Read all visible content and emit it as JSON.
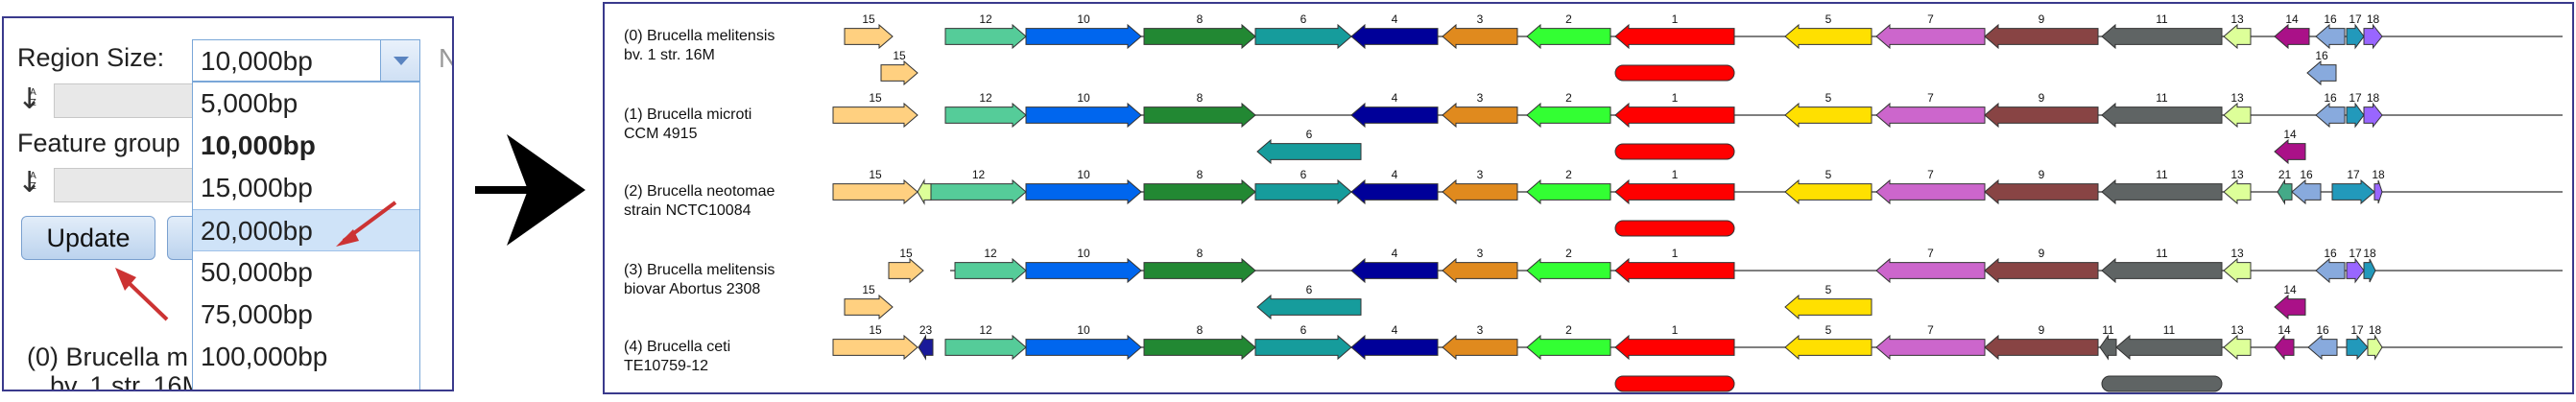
{
  "controls": {
    "region_label": "Region Size:",
    "region_value": "10,000bp",
    "region_options": [
      "5,000bp",
      "10,000bp",
      "15,000bp",
      "20,000bp",
      "50,000bp",
      "75,000bp",
      "100,000bp"
    ],
    "feature_group_label": "Feature group",
    "update_label": "Update",
    "cut_letter": "N",
    "partial_genome_line1": "(0) Brucella m",
    "partial_genome_line2": "bv. 1 str. 16M",
    "sort_icon_az": "A\nZ"
  },
  "genomes": [
    {
      "name": "(0) Brucella melitensis",
      "sub": "bv. 1 str. 16M"
    },
    {
      "name": "(1) Brucella microti",
      "sub": "CCM 4915"
    },
    {
      "name": "(2) Brucella neotomae",
      "sub": "strain NCTC10084"
    },
    {
      "name": "(3) Brucella melitensis",
      "sub": "biovar Abortus 2308"
    },
    {
      "name": "(4) Brucella ceti",
      "sub": "TE10759-12"
    }
  ],
  "colors": {
    "g1": "#ff0000",
    "g2": "#33ff33",
    "g3": "#e08a1e",
    "g4": "#000099",
    "g5": "#ffe000",
    "g6": "#169c9c",
    "g7": "#cc66cc",
    "g8": "#228833",
    "g9": "#884444",
    "g10": "#0066ee",
    "g11": "#5f6464",
    "g12": "#55cc99",
    "g13": "#ddff99",
    "g14": "#aa1188",
    "g15": "#ffd080",
    "g16": "#88aadd",
    "g17": "#2299bb",
    "g18": "#9966ff",
    "g21": "#44aa88",
    "g23": "#1a1a99",
    "panel_border": "#3a3a8c",
    "pointer_red": "#cc3333"
  },
  "genes": [
    [
      {
        "n": "15",
        "c": "g15",
        "d": 1,
        "s": 410,
        "e": 460,
        "r": 0
      },
      {
        "n": "15",
        "c": "g15",
        "d": 1,
        "s": 448,
        "e": 486,
        "r": 1
      },
      {
        "n": "12",
        "c": "g12",
        "d": 1,
        "s": 515,
        "e": 599,
        "r": 0
      },
      {
        "n": "10",
        "c": "g10",
        "d": 1,
        "s": 599,
        "e": 719,
        "r": 0
      },
      {
        "n": "8",
        "c": "g8",
        "d": 1,
        "s": 722,
        "e": 838,
        "r": 0
      },
      {
        "n": "6",
        "c": "g6",
        "d": 1,
        "s": 838,
        "e": 938,
        "r": 0
      },
      {
        "n": "4",
        "c": "g4",
        "d": -1,
        "s": 938,
        "e": 1028,
        "r": 0
      },
      {
        "n": "3",
        "c": "g3",
        "d": -1,
        "s": 1033,
        "e": 1111,
        "r": 0
      },
      {
        "n": "2",
        "c": "g2",
        "d": -1,
        "s": 1121,
        "e": 1208,
        "r": 0
      },
      {
        "n": "1",
        "c": "g1",
        "d": -1,
        "s": 1213,
        "e": 1337,
        "r": 0
      },
      {
        "n": "",
        "c": "g1",
        "d": 0,
        "s": 1213,
        "e": 1337,
        "r": 1
      },
      {
        "n": "5",
        "c": "g5",
        "d": -1,
        "s": 1390,
        "e": 1480,
        "r": 0
      },
      {
        "n": "7",
        "c": "g7",
        "d": -1,
        "s": 1485,
        "e": 1598,
        "r": 0
      },
      {
        "n": "9",
        "c": "g9",
        "d": -1,
        "s": 1598,
        "e": 1716,
        "r": 0
      },
      {
        "n": "11",
        "c": "g11",
        "d": -1,
        "s": 1720,
        "e": 1845,
        "r": 0
      },
      {
        "n": "13",
        "c": "g13",
        "d": -1,
        "s": 1847,
        "e": 1875,
        "r": 0
      },
      {
        "n": "14",
        "c": "g14",
        "d": -1,
        "s": 1900,
        "e": 1936,
        "r": 0
      },
      {
        "n": "16",
        "c": "g16",
        "d": -1,
        "s": 1943,
        "e": 1973,
        "r": 0
      },
      {
        "n": "16",
        "c": "g16",
        "d": -1,
        "s": 1934,
        "e": 1964,
        "r": 1
      },
      {
        "n": "17",
        "c": "g17",
        "d": 1,
        "s": 1975,
        "e": 1993,
        "r": 0
      },
      {
        "n": "18",
        "c": "g18",
        "d": 1,
        "s": 1993,
        "e": 2012,
        "r": 0
      }
    ],
    [
      {
        "n": "15",
        "c": "g15",
        "d": 1,
        "s": 398,
        "e": 486,
        "r": 0
      },
      {
        "n": "12",
        "c": "g12",
        "d": 1,
        "s": 515,
        "e": 599,
        "r": 0
      },
      {
        "n": "10",
        "c": "g10",
        "d": 1,
        "s": 599,
        "e": 719,
        "r": 0
      },
      {
        "n": "8",
        "c": "g8",
        "d": 1,
        "s": 722,
        "e": 838,
        "r": 0
      },
      {
        "n": "6",
        "c": "g6",
        "d": -1,
        "s": 840,
        "e": 948,
        "r": 1
      },
      {
        "n": "4",
        "c": "g4",
        "d": -1,
        "s": 938,
        "e": 1028,
        "r": 0
      },
      {
        "n": "3",
        "c": "g3",
        "d": -1,
        "s": 1033,
        "e": 1111,
        "r": 0
      },
      {
        "n": "2",
        "c": "g2",
        "d": -1,
        "s": 1121,
        "e": 1208,
        "r": 0
      },
      {
        "n": "1",
        "c": "g1",
        "d": -1,
        "s": 1213,
        "e": 1337,
        "r": 0
      },
      {
        "n": "",
        "c": "g1",
        "d": 0,
        "s": 1213,
        "e": 1337,
        "r": 1
      },
      {
        "n": "5",
        "c": "g5",
        "d": -1,
        "s": 1390,
        "e": 1480,
        "r": 0
      },
      {
        "n": "7",
        "c": "g7",
        "d": -1,
        "s": 1485,
        "e": 1598,
        "r": 0
      },
      {
        "n": "9",
        "c": "g9",
        "d": -1,
        "s": 1598,
        "e": 1716,
        "r": 0
      },
      {
        "n": "11",
        "c": "g11",
        "d": -1,
        "s": 1720,
        "e": 1845,
        "r": 0
      },
      {
        "n": "13",
        "c": "g13",
        "d": -1,
        "s": 1847,
        "e": 1875,
        "r": 0
      },
      {
        "n": "14",
        "c": "g14",
        "d": -1,
        "s": 1900,
        "e": 1932,
        "r": 1
      },
      {
        "n": "16",
        "c": "g16",
        "d": -1,
        "s": 1943,
        "e": 1973,
        "r": 0
      },
      {
        "n": "17",
        "c": "g17",
        "d": 1,
        "s": 1975,
        "e": 1993,
        "r": 0
      },
      {
        "n": "18",
        "c": "g18",
        "d": 1,
        "s": 1993,
        "e": 2012,
        "r": 0
      }
    ],
    [
      {
        "n": "15",
        "c": "g15",
        "d": 1,
        "s": 398,
        "e": 486,
        "r": 0
      },
      {
        "n": "",
        "c": "g13",
        "d": -1,
        "s": 486,
        "e": 500,
        "r": 0
      },
      {
        "n": "12",
        "c": "g12",
        "d": 1,
        "s": 500,
        "e": 599,
        "r": 0
      },
      {
        "n": "10",
        "c": "g10",
        "d": 1,
        "s": 599,
        "e": 719,
        "r": 0
      },
      {
        "n": "8",
        "c": "g8",
        "d": 1,
        "s": 722,
        "e": 838,
        "r": 0
      },
      {
        "n": "6",
        "c": "g6",
        "d": 1,
        "s": 838,
        "e": 938,
        "r": 0
      },
      {
        "n": "4",
        "c": "g4",
        "d": -1,
        "s": 938,
        "e": 1028,
        "r": 0
      },
      {
        "n": "3",
        "c": "g3",
        "d": -1,
        "s": 1033,
        "e": 1111,
        "r": 0
      },
      {
        "n": "2",
        "c": "g2",
        "d": -1,
        "s": 1121,
        "e": 1208,
        "r": 0
      },
      {
        "n": "1",
        "c": "g1",
        "d": -1,
        "s": 1213,
        "e": 1337,
        "r": 0
      },
      {
        "n": "",
        "c": "g1",
        "d": 0,
        "s": 1213,
        "e": 1337,
        "r": 1
      },
      {
        "n": "5",
        "c": "g5",
        "d": -1,
        "s": 1390,
        "e": 1480,
        "r": 0
      },
      {
        "n": "7",
        "c": "g7",
        "d": -1,
        "s": 1485,
        "e": 1598,
        "r": 0
      },
      {
        "n": "9",
        "c": "g9",
        "d": -1,
        "s": 1598,
        "e": 1716,
        "r": 0
      },
      {
        "n": "11",
        "c": "g11",
        "d": -1,
        "s": 1720,
        "e": 1845,
        "r": 0
      },
      {
        "n": "13",
        "c": "g13",
        "d": -1,
        "s": 1847,
        "e": 1875,
        "r": 0
      },
      {
        "n": "21",
        "c": "g21",
        "d": -1,
        "s": 1903,
        "e": 1918,
        "r": 0
      },
      {
        "n": "16",
        "c": "g16",
        "d": -1,
        "s": 1918,
        "e": 1948,
        "r": 0
      },
      {
        "n": "17",
        "c": "g17",
        "d": 1,
        "s": 1960,
        "e": 2004,
        "r": 0
      },
      {
        "n": "18",
        "c": "g18",
        "d": 1,
        "s": 2004,
        "e": 2012,
        "r": 0
      }
    ],
    [
      {
        "n": "15",
        "c": "g15",
        "d": 1,
        "s": 456,
        "e": 492,
        "r": 0
      },
      {
        "n": "15",
        "c": "g15",
        "d": 1,
        "s": 410,
        "e": 460,
        "r": 1
      },
      {
        "n": "12",
        "c": "g12",
        "d": 1,
        "s": 525,
        "e": 599,
        "r": 0
      },
      {
        "n": "10",
        "c": "g10",
        "d": 1,
        "s": 599,
        "e": 719,
        "r": 0
      },
      {
        "n": "8",
        "c": "g8",
        "d": 1,
        "s": 722,
        "e": 838,
        "r": 0
      },
      {
        "n": "6",
        "c": "g6",
        "d": -1,
        "s": 840,
        "e": 948,
        "r": 1
      },
      {
        "n": "4",
        "c": "g4",
        "d": -1,
        "s": 938,
        "e": 1028,
        "r": 0
      },
      {
        "n": "3",
        "c": "g3",
        "d": -1,
        "s": 1033,
        "e": 1111,
        "r": 0
      },
      {
        "n": "2",
        "c": "g2",
        "d": -1,
        "s": 1121,
        "e": 1208,
        "r": 0
      },
      {
        "n": "1",
        "c": "g1",
        "d": -1,
        "s": 1213,
        "e": 1337,
        "r": 0
      },
      {
        "n": "5",
        "c": "g5",
        "d": -1,
        "s": 1390,
        "e": 1480,
        "r": 1
      },
      {
        "n": "7",
        "c": "g7",
        "d": -1,
        "s": 1485,
        "e": 1598,
        "r": 0
      },
      {
        "n": "9",
        "c": "g9",
        "d": -1,
        "s": 1598,
        "e": 1716,
        "r": 0
      },
      {
        "n": "11",
        "c": "g11",
        "d": -1,
        "s": 1720,
        "e": 1845,
        "r": 0
      },
      {
        "n": "13",
        "c": "g13",
        "d": -1,
        "s": 1847,
        "e": 1875,
        "r": 0
      },
      {
        "n": "14",
        "c": "g14",
        "d": -1,
        "s": 1900,
        "e": 1932,
        "r": 1
      },
      {
        "n": "16",
        "c": "g16",
        "d": -1,
        "s": 1943,
        "e": 1973,
        "r": 0
      },
      {
        "n": "17",
        "c": "g18",
        "d": 1,
        "s": 1975,
        "e": 1993,
        "r": 0
      },
      {
        "n": "18",
        "c": "g17",
        "d": 1,
        "s": 1993,
        "e": 2005,
        "r": 0
      }
    ],
    [
      {
        "n": "15",
        "c": "g15",
        "d": 1,
        "s": 398,
        "e": 486,
        "r": 0
      },
      {
        "n": "23",
        "c": "g23",
        "d": -1,
        "s": 487,
        "e": 502,
        "r": 0
      },
      {
        "n": "12",
        "c": "g12",
        "d": 1,
        "s": 515,
        "e": 599,
        "r": 0
      },
      {
        "n": "10",
        "c": "g10",
        "d": 1,
        "s": 599,
        "e": 719,
        "r": 0
      },
      {
        "n": "8",
        "c": "g8",
        "d": 1,
        "s": 722,
        "e": 838,
        "r": 0
      },
      {
        "n": "6",
        "c": "g6",
        "d": 1,
        "s": 838,
        "e": 938,
        "r": 0
      },
      {
        "n": "4",
        "c": "g4",
        "d": -1,
        "s": 938,
        "e": 1028,
        "r": 0
      },
      {
        "n": "3",
        "c": "g3",
        "d": -1,
        "s": 1033,
        "e": 1111,
        "r": 0
      },
      {
        "n": "2",
        "c": "g2",
        "d": -1,
        "s": 1121,
        "e": 1208,
        "r": 0
      },
      {
        "n": "1",
        "c": "g1",
        "d": -1,
        "s": 1213,
        "e": 1337,
        "r": 0
      },
      {
        "n": "",
        "c": "g1",
        "d": 0,
        "s": 1213,
        "e": 1337,
        "r": 1
      },
      {
        "n": "5",
        "c": "g5",
        "d": -1,
        "s": 1390,
        "e": 1480,
        "r": 0
      },
      {
        "n": "7",
        "c": "g7",
        "d": -1,
        "s": 1485,
        "e": 1598,
        "r": 0
      },
      {
        "n": "9",
        "c": "g9",
        "d": -1,
        "s": 1598,
        "e": 1716,
        "r": 0
      },
      {
        "n": "11",
        "c": "g11",
        "d": -1,
        "s": 1718,
        "e": 1735,
        "r": 0
      },
      {
        "n": "11",
        "c": "g11",
        "d": -1,
        "s": 1735,
        "e": 1845,
        "r": 0
      },
      {
        "n": "",
        "c": "g11",
        "d": 0,
        "s": 1720,
        "e": 1845,
        "r": 1
      },
      {
        "n": "13",
        "c": "g13",
        "d": -1,
        "s": 1847,
        "e": 1875,
        "r": 0
      },
      {
        "n": "14",
        "c": "g14",
        "d": -1,
        "s": 1900,
        "e": 1920,
        "r": 0
      },
      {
        "n": "16",
        "c": "g16",
        "d": -1,
        "s": 1935,
        "e": 1965,
        "r": 0
      },
      {
        "n": "17",
        "c": "g17",
        "d": 1,
        "s": 1975,
        "e": 1997,
        "r": 0
      },
      {
        "n": "18",
        "c": "g13",
        "d": 1,
        "s": 1997,
        "e": 2012,
        "r": 0
      }
    ]
  ]
}
